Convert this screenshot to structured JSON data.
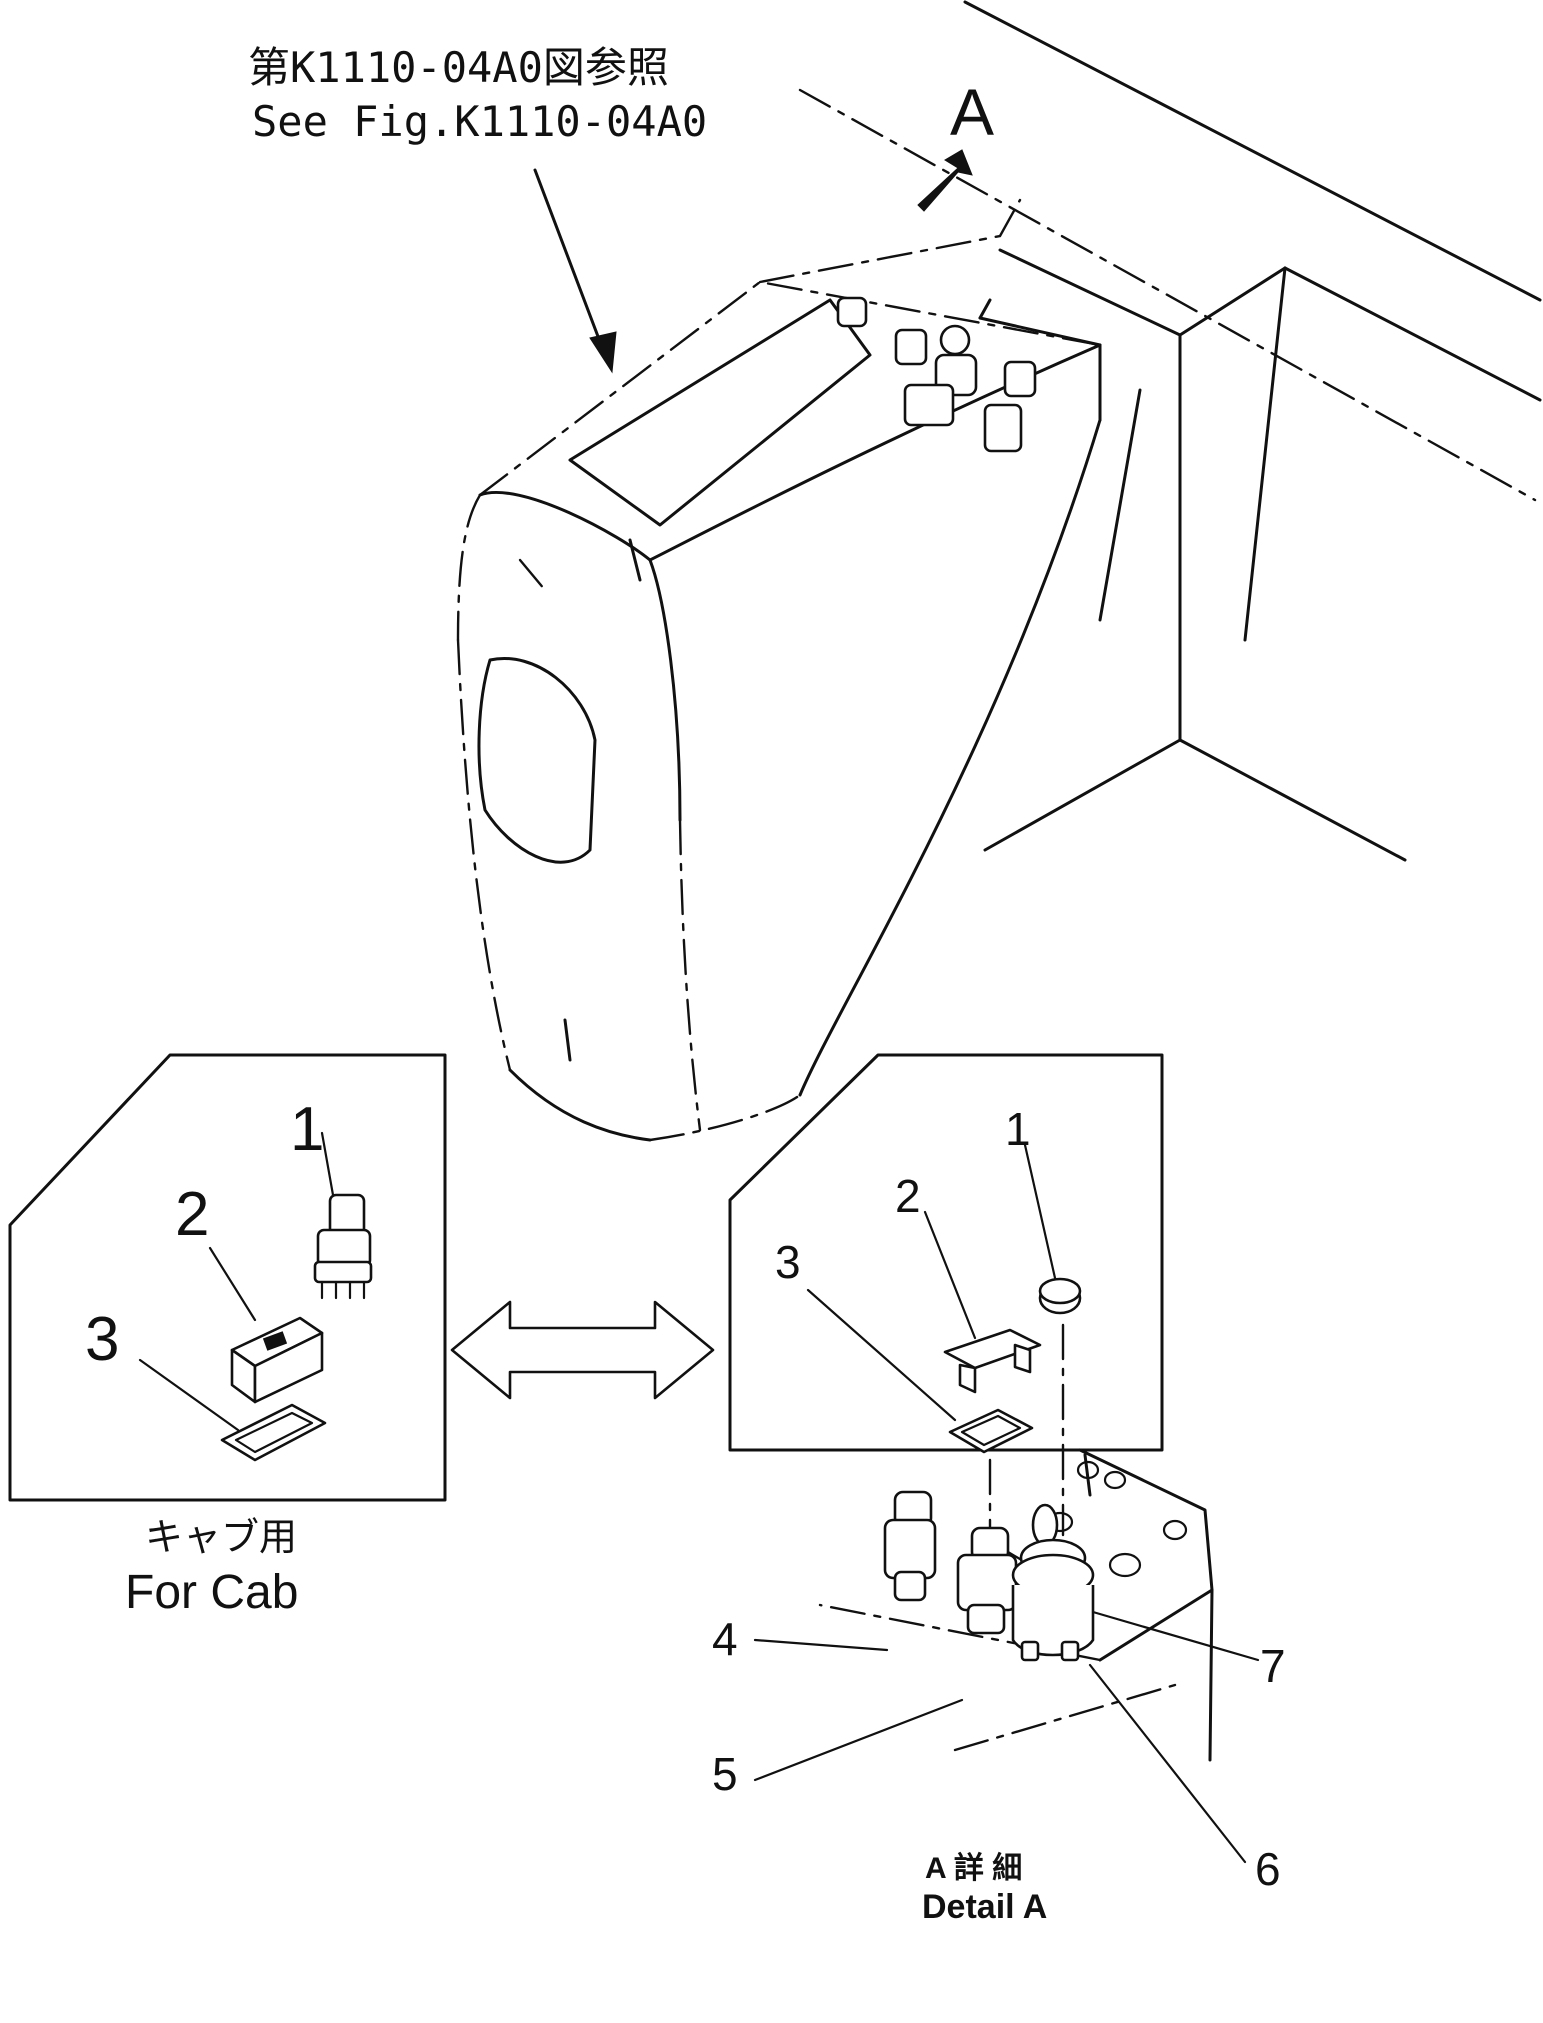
{
  "reference": {
    "jp": "第K1110-04A0図参照",
    "en": "See Fig.K1110-04A0"
  },
  "view_letter": "A",
  "cab_box": {
    "caption_jp": "キャブ用",
    "caption_en": "For Cab",
    "callouts": [
      "1",
      "2",
      "3"
    ]
  },
  "detail_box": {
    "caption_jp": "A 詳 細",
    "caption_en": "Detail A",
    "callouts": [
      "1",
      "2",
      "3",
      "4",
      "5",
      "6",
      "7"
    ]
  }
}
